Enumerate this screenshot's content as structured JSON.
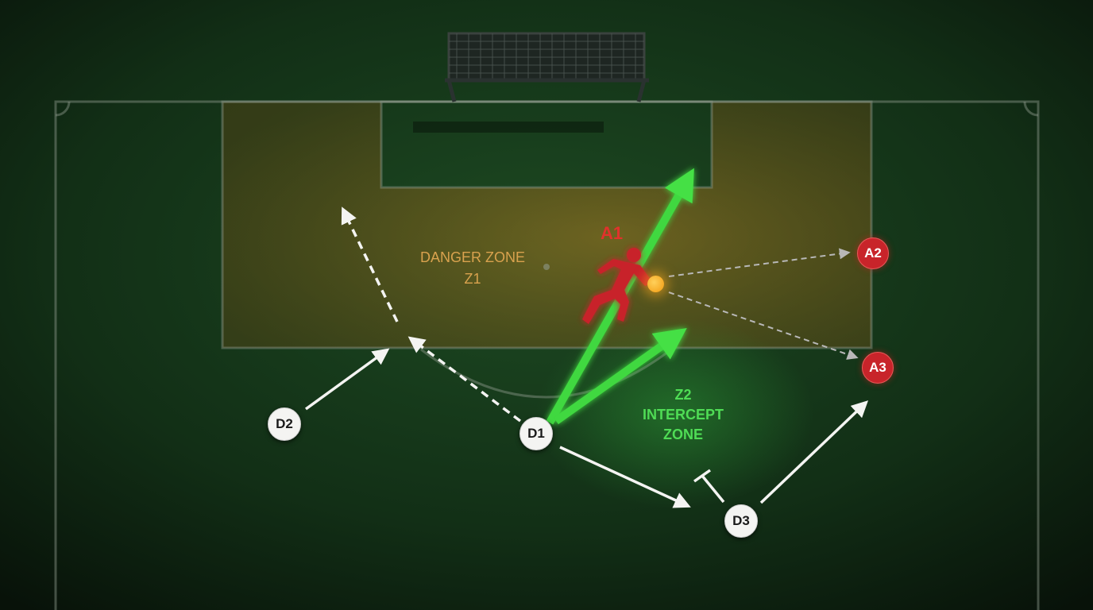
{
  "zones": {
    "danger_line1": "DANGER ZONE",
    "danger_line2": "Z1",
    "intercept_line1": "Z2",
    "intercept_line2": "INTERCEPT",
    "intercept_line3": "ZONE"
  },
  "attackers": {
    "a1": "A1",
    "a2": "A2",
    "a3": "A3"
  },
  "defenders": {
    "d1": "D1",
    "d2": "D2",
    "d3": "D3"
  },
  "colors": {
    "pitch": "#143a1c",
    "danger_zone": "#8a5a14",
    "intercept_zone": "#2a8a2e",
    "attacker": "#c8242a",
    "defender": "#f4f4f2",
    "run_arrow": "#3fd83f",
    "ball": "#f5a623"
  },
  "icons": {
    "runner": "sprinting-player-icon",
    "goal": "goal-net-icon",
    "ball": "ball-icon"
  }
}
